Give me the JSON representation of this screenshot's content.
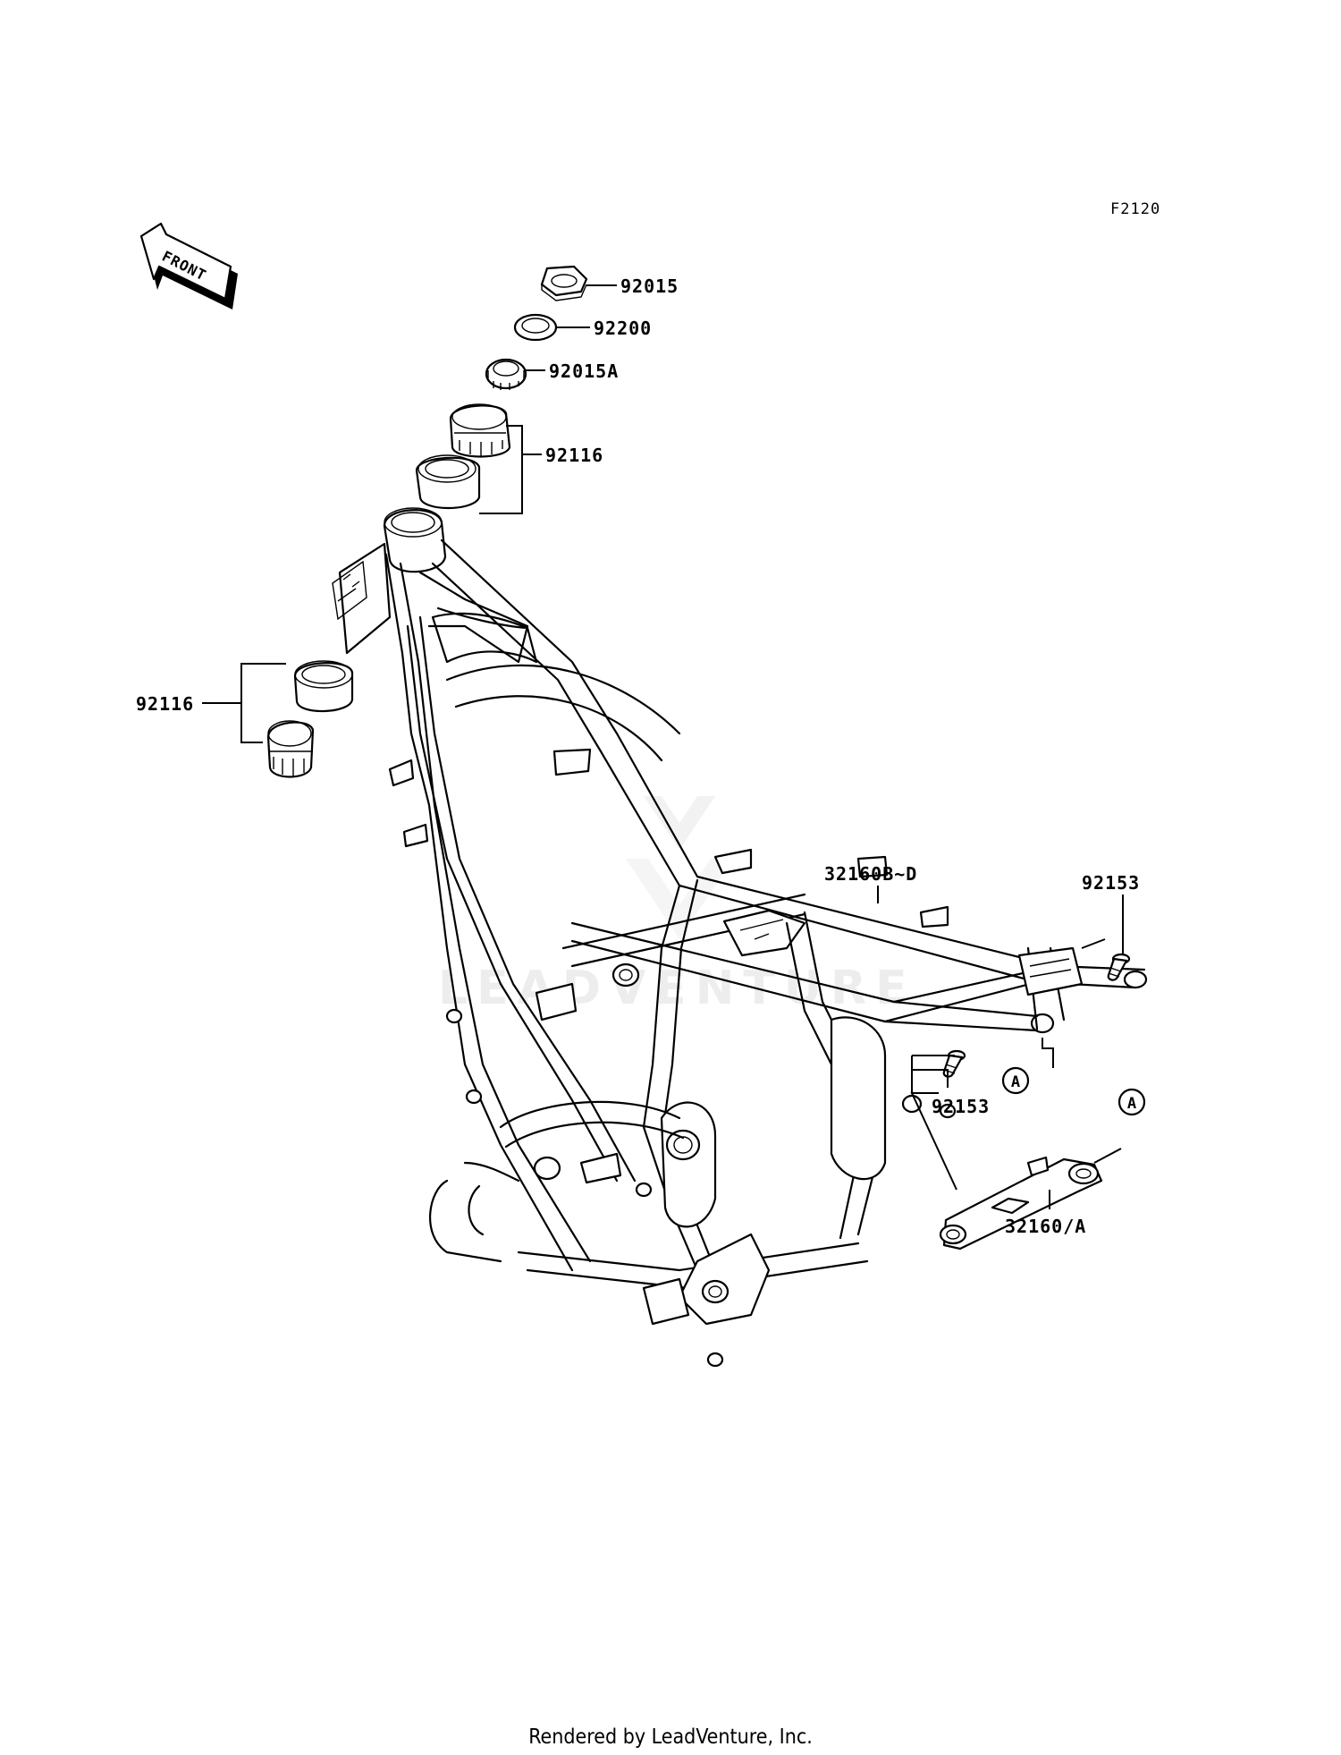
{
  "diagram": {
    "code": "F2120",
    "front_arrow_label": "FRONT",
    "callouts": [
      {
        "id": "c1",
        "label": "92015"
      },
      {
        "id": "c2",
        "label": "92200"
      },
      {
        "id": "c3",
        "label": "92015A"
      },
      {
        "id": "c4",
        "label": "92116"
      },
      {
        "id": "c5",
        "label": "92116"
      },
      {
        "id": "c6",
        "label": "32160B~D"
      },
      {
        "id": "c7",
        "label": "92153"
      },
      {
        "id": "c8",
        "label": "92153"
      },
      {
        "id": "c9",
        "label": "32160/A"
      }
    ],
    "ref_markers": [
      "A",
      "A"
    ],
    "watermark": "LEADVENTURE",
    "footer": "Rendered by LeadVenture, Inc."
  }
}
